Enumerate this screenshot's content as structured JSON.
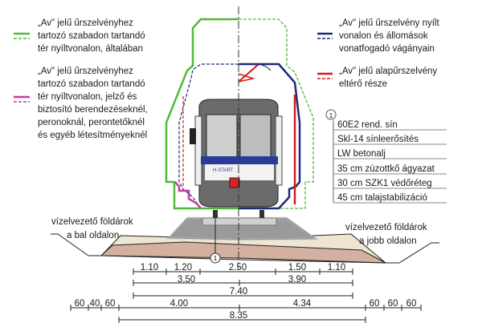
{
  "colors": {
    "green": "#4dbb38",
    "navy": "#1b2a7a",
    "magenta": "#c040a0",
    "red": "#d41c1c"
  },
  "legend_left": [
    {
      "lines": [
        "„Av\" jelű űrszelvényhez",
        "tartozó szabadon tartandó",
        "tér nyíltvonalon, általában"
      ],
      "color": "green"
    },
    {
      "lines": [
        "„Av\" jelű űrszelvényhez",
        "tartozó szabadon tartandó",
        "tér nyíltvonalon,  jelző és",
        "biztosító berendezéseknél,",
        "peronoknál, perontetőknél",
        "és egyéb létesítményeknél"
      ],
      "color": "magenta"
    }
  ],
  "legend_right": [
    {
      "lines": [
        "„Av\" jelű űrszelvény nyílt",
        "vonalon    és    állomások",
        "vonatfogadó vágányain"
      ],
      "color": "navy"
    },
    {
      "lines": [
        "„Av\" jelű alapűrszelvény",
        "eltérő része"
      ],
      "color": "red"
    }
  ],
  "layers": {
    "marker": "1",
    "items": [
      "60E2 rend. sín",
      "Skl-14 sínleerősítés",
      "LW betonalj",
      "35 cm zúzottkő ágyazat",
      "30 cm SZK1 védőréteg",
      "45 cm talajstabilizáció"
    ]
  },
  "ditch_left": [
    "vízelvezető földárok",
    "a bal oldalon"
  ],
  "ditch_right": [
    "vízelvezető földárok",
    "a jobb oldalon"
  ],
  "tram_label": "H-START",
  "dimensions": {
    "row1": [
      "1.10",
      "1.20",
      "2.50",
      "1.50",
      "1.10"
    ],
    "row2": [
      "3.50",
      "3.90"
    ],
    "row3": "7.40",
    "row4": [
      "60",
      "40",
      "60",
      "4.00",
      "4.34",
      "60",
      "60",
      "60"
    ],
    "row5": "8.35"
  }
}
